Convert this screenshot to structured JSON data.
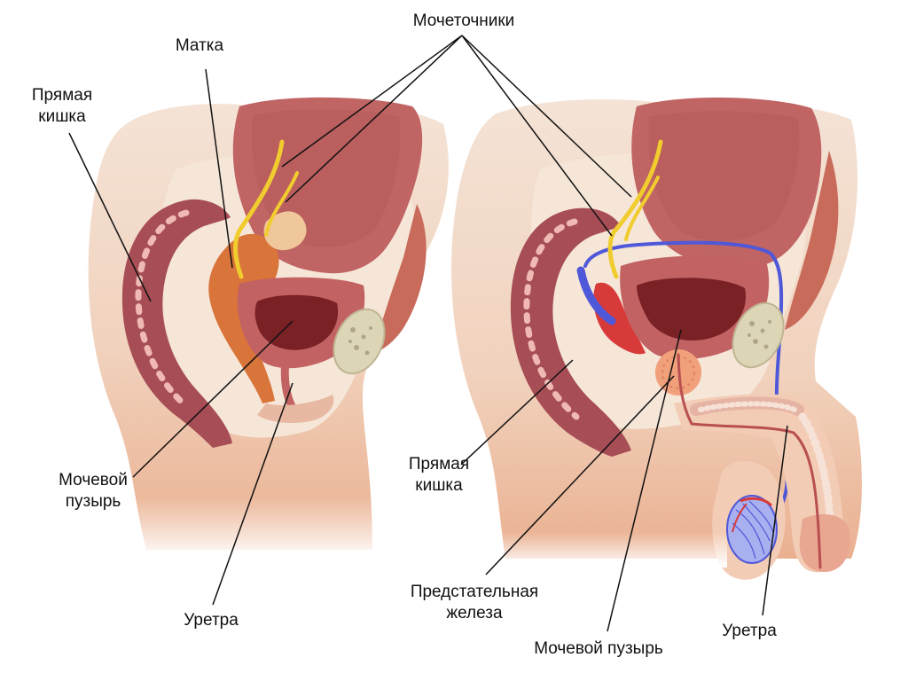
{
  "labels": {
    "ureters": "Мочеточники",
    "uterus": "Матка",
    "rectum_female": "Прямая\nкишка",
    "bladder_female": "Мочевой\nпузырь",
    "urethra_female": "Уретра",
    "rectum_male": "Прямая\nкишка",
    "prostate": "Предстательная\nжелеза",
    "bladder_male": "Мочевой пузырь",
    "urethra_male": "Уретра"
  },
  "colors": {
    "skin_light": "#f3ddcc",
    "skin_dark": "#eab394",
    "muscle": "#c16565",
    "muscle_dark": "#8e3c3c",
    "bladder_inner": "#7a2126",
    "ureter": "#f0cc2e",
    "uterus": "#d9743a",
    "vein": "#4f58d8",
    "artery": "#d83a3a",
    "bone": "#dcd6b7"
  }
}
